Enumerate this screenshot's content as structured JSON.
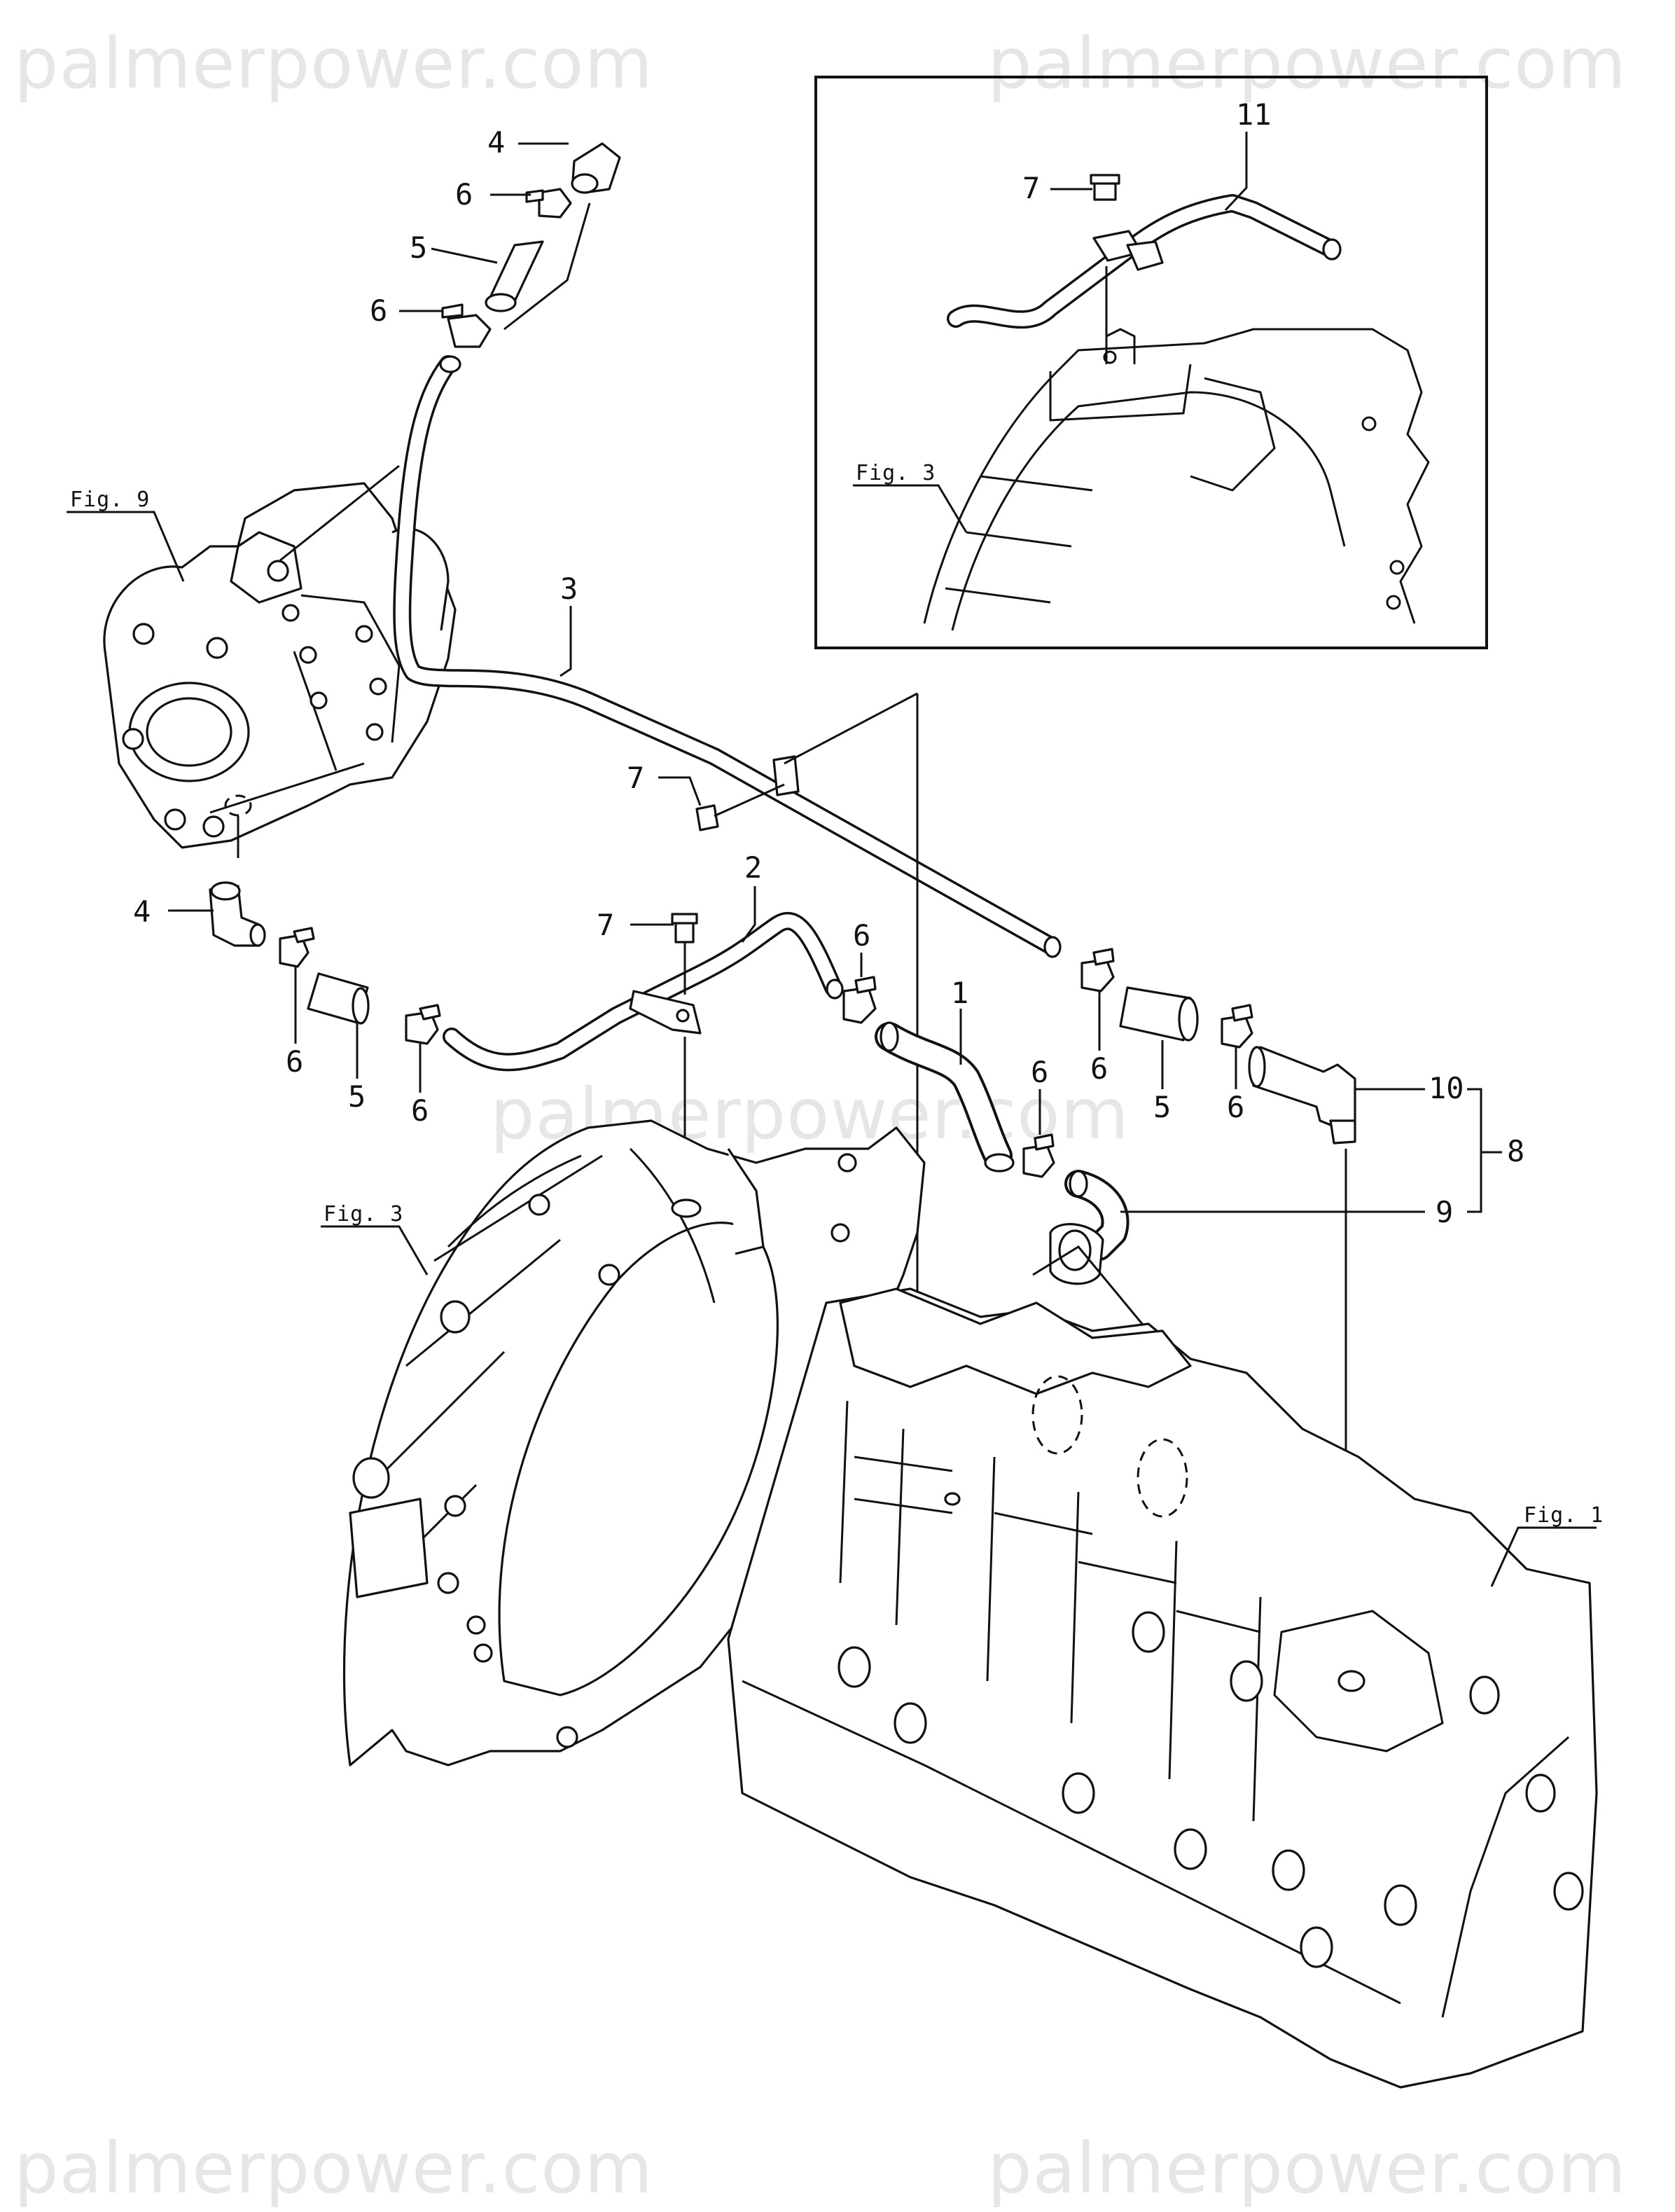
{
  "watermark": "palmerpower.com",
  "callouts": {
    "c1": "1",
    "c2": "2",
    "c3": "3",
    "c4a": "4",
    "c4b": "4",
    "c5a": "5",
    "c5b": "5",
    "c5c": "5",
    "c6a": "6",
    "c6b": "6",
    "c6c": "6",
    "c6d": "6",
    "c6e": "6",
    "c6f": "6",
    "c6g": "6",
    "c6h": "6",
    "c7a": "7",
    "c7b": "7",
    "c7c": "7",
    "c8": "8",
    "c9": "9",
    "c10": "10",
    "c11": "11"
  },
  "figure_refs": {
    "fig9": "Fig. 9",
    "fig3_inset": "Fig. 3",
    "fig3_main": "Fig. 3",
    "fig1": "Fig. 1"
  }
}
